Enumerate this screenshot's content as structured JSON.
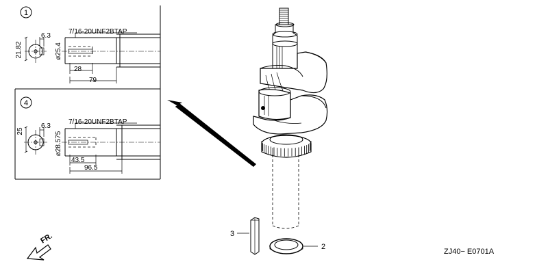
{
  "detail_1": {
    "number": "1",
    "thread": "7/16-20UNF2BTAP",
    "dim_height": "21.82",
    "dim_width": "6.3",
    "dim_diameter": "ø25.4",
    "dim_depth": "28",
    "dim_length": "79"
  },
  "detail_4": {
    "number": "4",
    "thread": "7/16-20UNF2BTAP",
    "dim_height": "25",
    "dim_width": "6.3",
    "dim_diameter": "ø28.575",
    "dim_depth": "43.5",
    "dim_length": "96.5"
  },
  "callouts": {
    "key": "3",
    "washer": "2"
  },
  "front_marker": "FR.",
  "drawing_code": "ZJ40− E0701A"
}
